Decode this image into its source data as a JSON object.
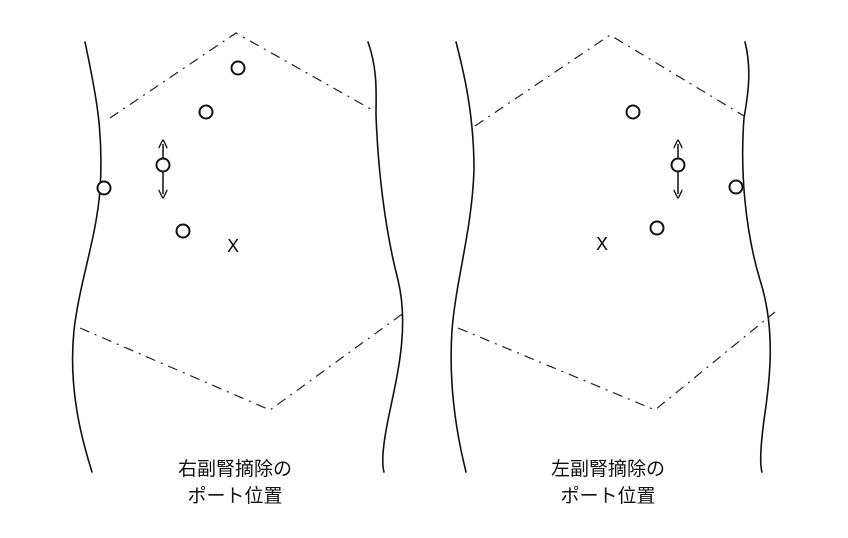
{
  "panels": [
    {
      "caption_line1": "右副腎摘除の",
      "caption_line2": "ポート位置"
    },
    {
      "caption_line1": "左副腎摘除の",
      "caption_line2": "ポート位置"
    }
  ],
  "marks": {
    "target_marker": "X"
  }
}
